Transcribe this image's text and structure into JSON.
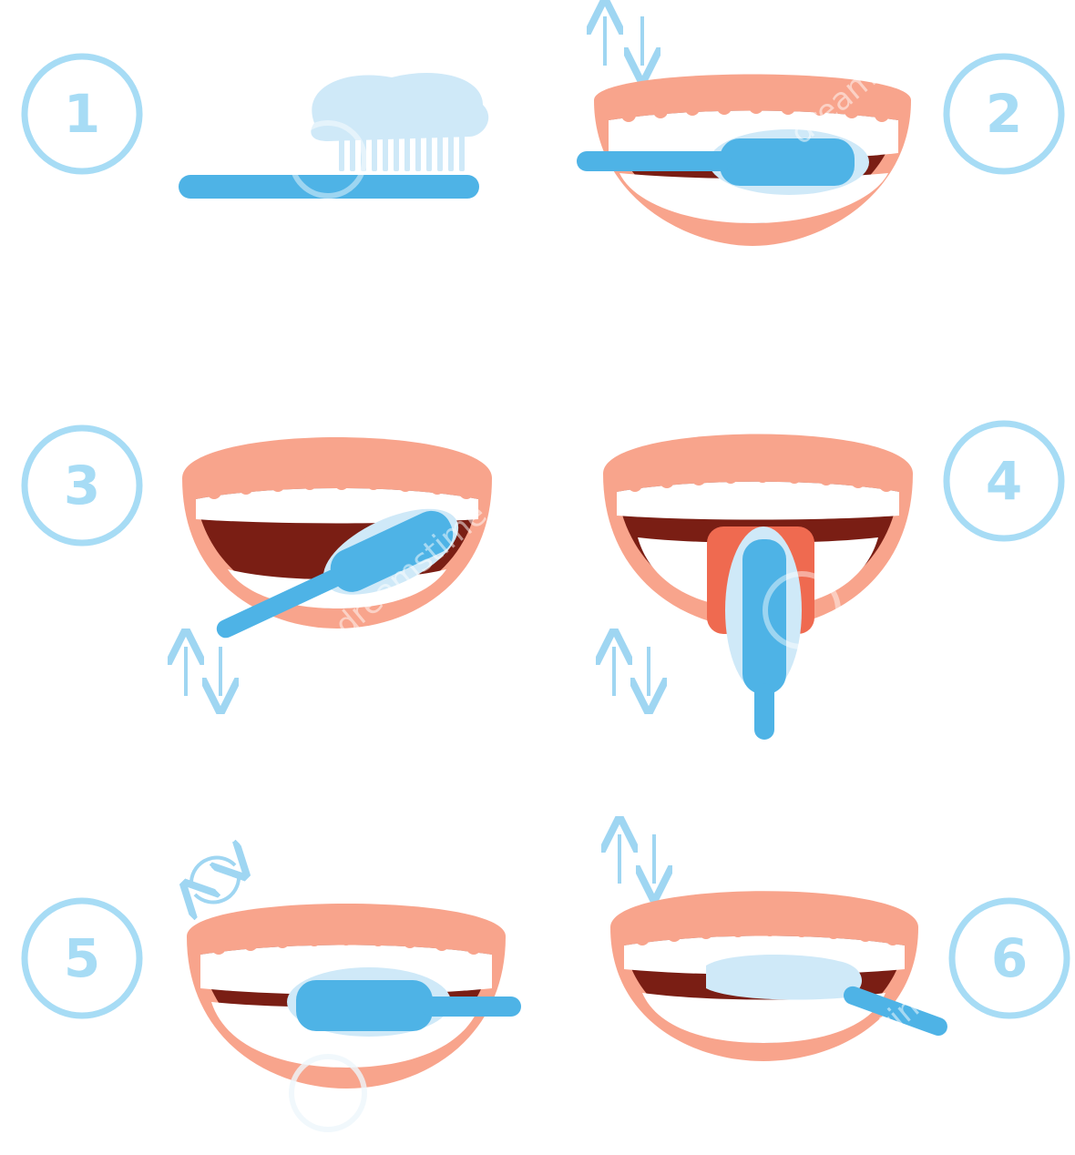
{
  "steps": [
    {
      "number": "1",
      "scene": "toothbrush-with-paste",
      "motion": "none"
    },
    {
      "number": "2",
      "scene": "brush-front-teeth-horizontal",
      "motion": "up-down"
    },
    {
      "number": "3",
      "scene": "brush-inner-surface-angled",
      "motion": "up-down"
    },
    {
      "number": "4",
      "scene": "brush-inside-front-teeth-vertical",
      "motion": "up-down"
    },
    {
      "number": "5",
      "scene": "brush-front-teeth-circular",
      "motion": "circular"
    },
    {
      "number": "6",
      "scene": "brush-chewing-surfaces",
      "motion": "up-down"
    }
  ],
  "watermark": {
    "text": "dreamstime"
  },
  "colors": {
    "number_circle": "#a7dcf5",
    "lips": "#f8a48c",
    "mouth_interior": "#7a1e14",
    "teeth": "#ffffff",
    "brush": "#4eb3e6",
    "foam": "#cfe9f8",
    "tongue": "#ef6a50",
    "arrow": "#9fd6f2"
  }
}
